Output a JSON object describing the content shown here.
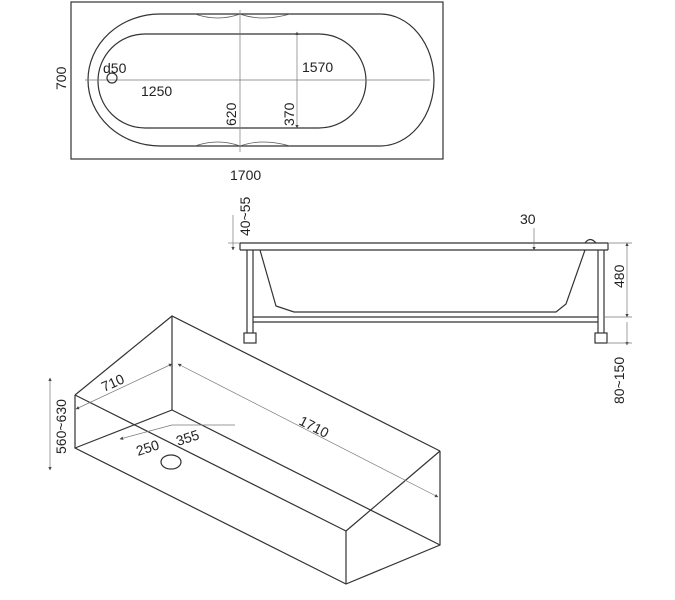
{
  "top_view": {
    "width": "1700",
    "height": "700",
    "drain": "d50",
    "outer_length": "1570",
    "inner_length": "1250",
    "inner_width": "620",
    "half_width": "370"
  },
  "side_view": {
    "rim_thickness": "30",
    "rim_range": "40~55",
    "height": "480",
    "leg_range": "80~150"
  },
  "niche_view": {
    "length": "1710",
    "width": "710",
    "height_range": "560~630",
    "drain_x": "250",
    "drain_y": "355"
  },
  "colors": {
    "line": "#333333",
    "text": "#222222",
    "background": "#ffffff"
  }
}
